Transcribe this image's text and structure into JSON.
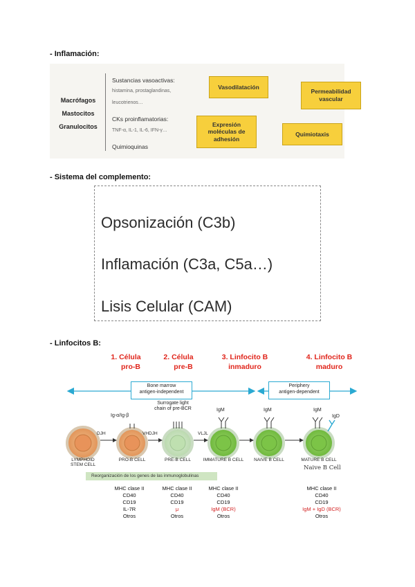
{
  "inflammation": {
    "heading": "- Inflamación:",
    "cells": [
      "Macrófagos",
      "Mastocitos",
      "Granulocitos"
    ],
    "vasoactive_title": "Sustancias vasoactivas:",
    "vasoactive_items_1": "histamina, prostaglandinas,",
    "vasoactive_items_2": "leucotrienos…",
    "ck_title": "CKs proinflamatorias:",
    "ck_items": "TNF-α, IL-1, IL-6, IFN-γ…",
    "chemokines": "Quimioquinas",
    "effects": {
      "vasodilatation": "Vasodilatación",
      "permeability_1": "Permeabilidad",
      "permeability_2": "vascular",
      "adhesion_1": "Expresión",
      "adhesion_2": "moléculas de",
      "adhesion_3": "adhesión",
      "chemotaxis": "Quimiotaxis"
    },
    "colors": {
      "effect_fill": "#f7cf3c",
      "panel_bg": "#f6f5f1"
    }
  },
  "complement": {
    "heading": "- Sistema del complemento:",
    "lines": [
      "Opsonización (C3b)",
      "Inflamación (C3a, C5a…)",
      "Lisis Celular (CAM)"
    ]
  },
  "bcells": {
    "heading": "- Linfocitos B:",
    "stages": [
      {
        "line1": "1. Célula",
        "line2": "pro-B"
      },
      {
        "line1": "2. Célula",
        "line2": "pre-B"
      },
      {
        "line1": "3. Linfocito B",
        "line2": "inmaduro"
      },
      {
        "line1": "4. Linfocito B",
        "line2": "maduro"
      }
    ],
    "bone_marrow_1": "Bone marrow",
    "bone_marrow_2": "antigen-independent",
    "periphery_1": "Periphery",
    "periphery_2": "antigen-dependent",
    "surrogate_1": "Surrogate light",
    "surrogate_2": "chain of pre-BCR",
    "ig_label": "Ig-α/Ig-β",
    "igm_labels": [
      "IgM",
      "IgM",
      "IgM"
    ],
    "igd_label": "IgD",
    "rearrangements": [
      "DJH",
      "VHDJH",
      "VLJL"
    ],
    "cell_names": [
      "LYMPHOID\nSTEM CELL",
      "PRO-B CELL",
      "PRE-B CELL",
      "IMMATURE B CELL",
      "NAIVE B CELL",
      "MATURE B CELL"
    ],
    "naive_note": "Naive B Cell",
    "green_bar": "Reorganización de los genes de las inmunoglobulinas",
    "markers": [
      {
        "l1": "MHC clase II",
        "l2": "CD40",
        "l3": "CD19",
        "l4": "IL-7R",
        "l5": "Otros"
      },
      {
        "l1": "MHC clase II",
        "l2": "CD40",
        "l3": "CD19",
        "l4": "μ",
        "l5": "Otros"
      },
      {
        "l1": "MHC clase II",
        "l2": "CD40",
        "l3": "CD19",
        "l4": "IgM (BCR)",
        "l5": "Otros"
      },
      {
        "l1": "MHC clase II",
        "l2": "CD40",
        "l3": "CD19",
        "l4": "IgM + IgD (BCR)",
        "l5": "Otros"
      }
    ],
    "colors": {
      "stage_red": "#e0251b",
      "arrow_blue": "#2aa9d2",
      "cell_orange": "#e9a46d",
      "cell_green": "#7cc447",
      "bar_green": "#cfe5c2"
    }
  }
}
